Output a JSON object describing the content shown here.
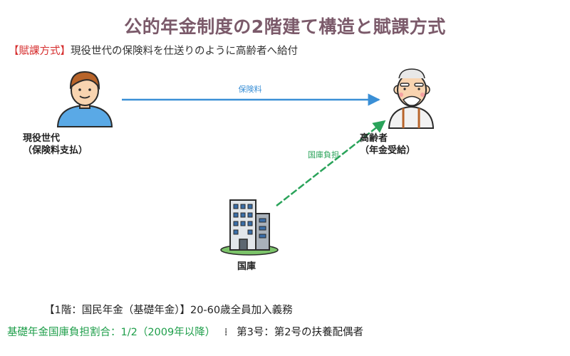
{
  "title": "公的年金制度の2階建て構造と賦課方式",
  "subtitle": {
    "prefix": "【賦課方式】",
    "text": "現役世代の保険料を仕送りのように高齢者へ給付"
  },
  "nodes": {
    "worker": {
      "line1": "現役世代",
      "line2": "（保険料支払）"
    },
    "elder": {
      "line1": "高齢者",
      "line2": "（年金受給）"
    },
    "state": {
      "label": "国庫"
    }
  },
  "arrows": {
    "premium": {
      "label": "保険料",
      "color": "#3a8fd6"
    },
    "subsidy": {
      "label": "国庫負担",
      "color": "#2aa35a"
    }
  },
  "footer": {
    "line1": "【1階：国民年金（基礎年金）】20-60歳全員加入義務",
    "line2_green": "基礎年金国庫負担割合：1/2（2009年以降）",
    "separator": "⁞",
    "line2_rest": "第3号：第2号の扶養配偶者"
  },
  "colors": {
    "title": "#7b5a6a",
    "accent_red": "#d62f2f",
    "accent_green": "#1e9e4a"
  }
}
